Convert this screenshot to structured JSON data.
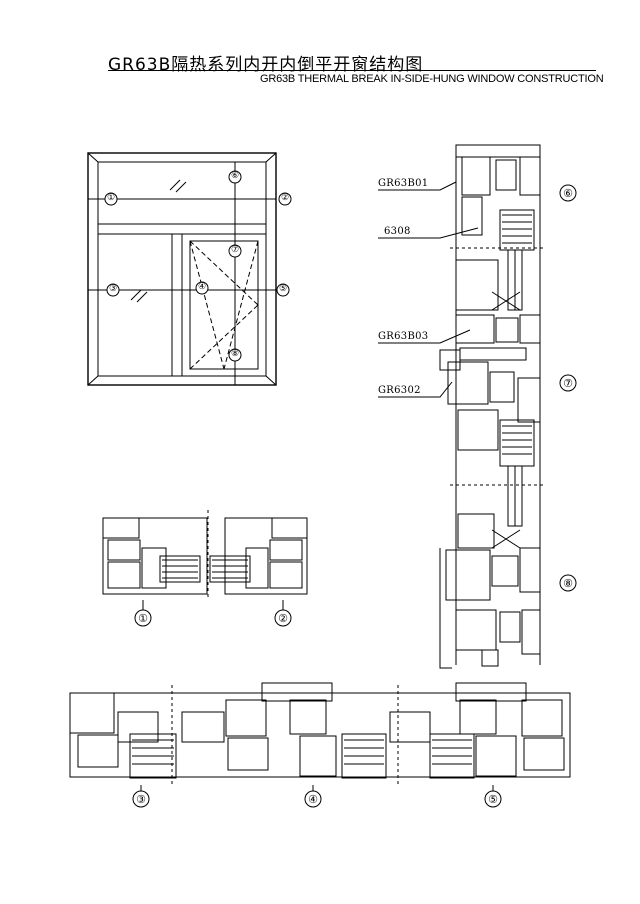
{
  "header": {
    "title_cn": "GR63B隔热系列内开内倒平开窗结构图",
    "title_en": "GR63B THERMAL BREAK IN-SIDE-HUNG WINDOW CONSTRUCTION"
  },
  "elevation": {
    "markers": [
      "①",
      "②",
      "③",
      "④",
      "⑤",
      "⑥",
      "⑦",
      "⑧"
    ]
  },
  "section_labels": {
    "p1": "GR63B01",
    "p2": "6308",
    "p3": "GR63B03",
    "p4": "GR6302"
  },
  "callouts": {
    "c1": "①",
    "c2": "②",
    "c3": "③",
    "c4": "④",
    "c5": "⑤",
    "c6": "⑥",
    "c7": "⑦",
    "c8": "⑧"
  }
}
